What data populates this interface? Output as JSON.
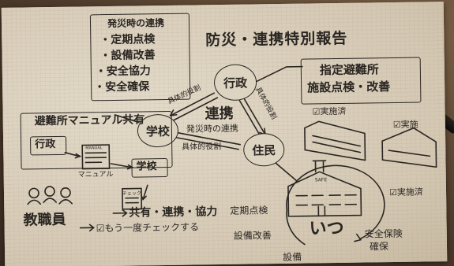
{
  "title": "防災・連携特別報告",
  "disaster_box": {
    "heading": "発災時の連携",
    "items": [
      "・定期点検",
      "・設備改善",
      "・安全協力",
      "・安全確保"
    ]
  },
  "center": {
    "gyousei": "行政",
    "gakkou": "学校",
    "juumin": "住民",
    "renkei": "連携",
    "renkei_sub": "発災時の連携",
    "role_top": "具体的役割",
    "role_right": "具体的役割",
    "role_bottom": "具体的役割"
  },
  "shelter_box": {
    "line1": "指定避難所",
    "line2": "施設点検・改善"
  },
  "checks": {
    "done1": "☑実施済",
    "done2": "☑実施",
    "done3": "☑実施済"
  },
  "manual_box": {
    "heading": "避難所マニュアル共有",
    "gyousei": "行政",
    "gakkou": "学校",
    "manual_cover": "MANUAL",
    "manual_caption": "マニュアル",
    "check_label": "チェック"
  },
  "staff": {
    "label": "教職員",
    "share": "共有・連携・協力",
    "recheck": "☑もう一度チェックする"
  },
  "cycle": {
    "center": "いつ",
    "teiki": "定期点検",
    "setsubi": "設備改善",
    "anzen1": "安全保険",
    "anzen2": "確保",
    "bottom": "設備"
  },
  "building_sign": "SAFE",
  "colors": {
    "ink": "#2a2622",
    "paper": "#d9cfbd"
  }
}
